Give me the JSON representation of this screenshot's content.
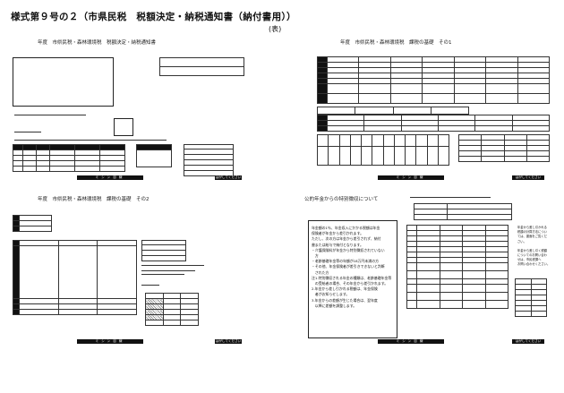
{
  "doc": {
    "title": "様式第９号の２（市県民税　税額決定・納税通知書（納付書用））",
    "side": "(表)"
  },
  "panels": {
    "p1": "年度　市県民税・森林環境税　税額決定・納税通知書",
    "p2": "年度　市県民税・森林環境税　課税の基礎　その1",
    "p3": "年度　市県民税・森林環境税　課税の基礎　その2",
    "p4": "公的年金からの特別徴収について"
  },
  "footer": {
    "bar": "ミシン目線",
    "tear": "はがしてください"
  },
  "p4": {
    "para": [
      "年金額の1％、年金収入にかかる税額は年金",
      "保険者が年金から差引かれます。",
      "ただし、次の方は年金から差引されず、納付",
      "書または給与で納付となります。",
      "・介護保険料が年金から特別徴収されていない",
      "　方",
      "・老齢基礎年金等の年額が18万円未満の方",
      "・その他、年金保険者が差引きできないと判断",
      "　された方",
      "注1.特別徴収される年金の種類は、老齢基礎年金等",
      "　の受給者の場合、その年金から差引かれます。",
      "2.年金から差し引かれる税額は、年金保険",
      "　者がお知らせします。",
      "3.年金からの差額が生じた場合は、翌年度",
      "　以降に差額を調整します。"
    ],
    "right_note": [
      "年金から差し引かれる",
      "税額の計算方法につい",
      "ては、裏面をご覧くだ",
      "さい。",
      "",
      "年金から差し引く税額",
      "についてのお問い合わ",
      "せは、市民税課へ",
      "お問い合わせください。"
    ]
  }
}
